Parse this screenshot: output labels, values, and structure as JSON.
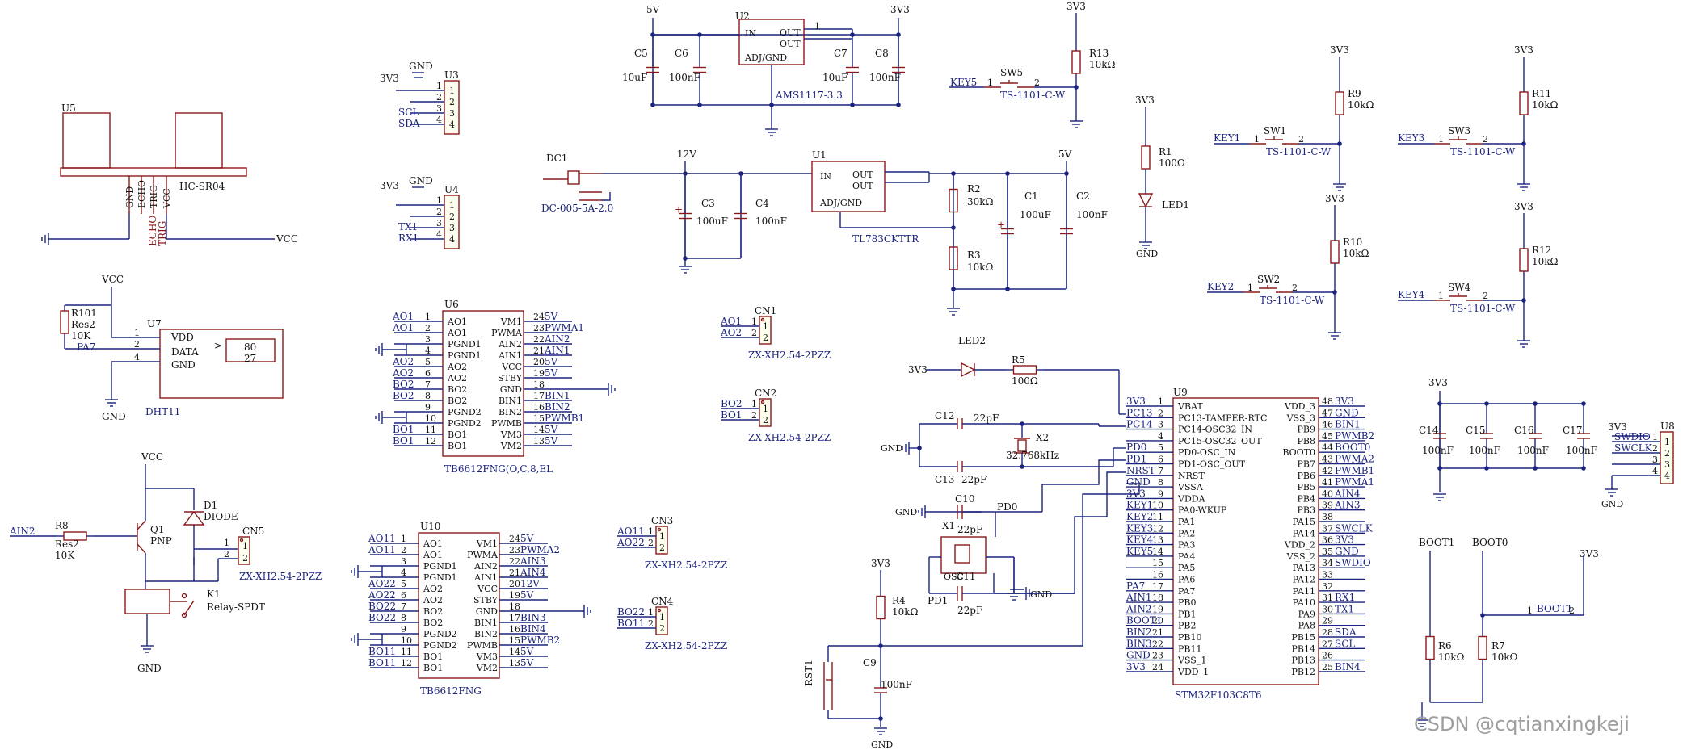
{
  "watermark": "CSDN @cqtianxingkeji",
  "power": {
    "v5": "5V",
    "v33": "3V3",
    "v12": "12V",
    "vcc": "VCC",
    "gnd": "GND"
  },
  "ams1117": {
    "ref": "U2",
    "part": "AMS1117-3.3",
    "pin_in": "IN",
    "pin_out": "OUT",
    "pin_adj": "ADJ/GND",
    "caps": [
      {
        "ref": "C5",
        "value": "10uF"
      },
      {
        "ref": "C6",
        "value": "100nF"
      },
      {
        "ref": "C7",
        "value": "10uF"
      },
      {
        "ref": "C8",
        "value": "100nF"
      }
    ]
  },
  "tl783": {
    "ref": "U1",
    "part": "TL783CKTTR",
    "caps": [
      {
        "ref": "C3",
        "value": "100uF"
      },
      {
        "ref": "C4",
        "value": "100nF"
      },
      {
        "ref": "C1",
        "value": "100uF"
      },
      {
        "ref": "C2",
        "value": "100nF"
      }
    ],
    "res": [
      {
        "ref": "R2",
        "value": "30kΩ"
      },
      {
        "ref": "R3",
        "value": "10kΩ"
      }
    ]
  },
  "dc": {
    "ref": "DC1",
    "part": "DC-005-5A-2.0"
  },
  "sr04": {
    "ref": "U5",
    "part": "HC-SR04",
    "pins": [
      "GND",
      "ECHO",
      "TRIG",
      "VCC"
    ],
    "nets": [
      "ECHO",
      "TRIG"
    ]
  },
  "u3": {
    "ref": "U3",
    "nets": [
      "GND",
      "3V3",
      "SCL",
      "SDA"
    ]
  },
  "u4": {
    "ref": "U4",
    "nets": [
      "GND",
      "3V3",
      "TX1",
      "RX1"
    ]
  },
  "dht": {
    "ref": "U7",
    "part": "DHT11",
    "pins": [
      "VDD",
      "DATA",
      "GND"
    ],
    "r_ref": "R101",
    "r_part": "Res2",
    "r_value": "10K",
    "net": "PA7",
    "disp_top": "80",
    "disp_bot": "27",
    "arrow": ">"
  },
  "relay": {
    "ain": "AIN2",
    "r_ref": "R8",
    "r_part": "Res2",
    "r_value": "10K",
    "q_ref": "Q1",
    "q_part": "PNP",
    "d_ref": "D1",
    "d_part": "DIODE",
    "k_ref": "K1",
    "k_part": "Relay-SPDT",
    "cn_ref": "CN5",
    "cn_part": "ZX-XH2.54-2PZZ"
  },
  "tb6612_a": {
    "ref": "U6",
    "part": "TB6612FNG(O,C,8,EL",
    "left": [
      {
        "net": "AO1",
        "n": "1",
        "pin": "AO1"
      },
      {
        "net": "AO1",
        "n": "2",
        "pin": "AO1"
      },
      {
        "net": "",
        "n": "3",
        "pin": "PGND1"
      },
      {
        "net": "",
        "n": "4",
        "pin": "PGND1"
      },
      {
        "net": "AO2",
        "n": "5",
        "pin": "AO2"
      },
      {
        "net": "AO2",
        "n": "6",
        "pin": "AO2"
      },
      {
        "net": "BO2",
        "n": "7",
        "pin": "BO2"
      },
      {
        "net": "BO2",
        "n": "8",
        "pin": "BO2"
      },
      {
        "net": "",
        "n": "9",
        "pin": "PGND2"
      },
      {
        "net": "",
        "n": "10",
        "pin": "PGND2"
      },
      {
        "net": "BO1",
        "n": "11",
        "pin": "BO1"
      },
      {
        "net": "BO1",
        "n": "12",
        "pin": "BO1"
      }
    ],
    "right": [
      {
        "pin": "VM1",
        "n": "24",
        "net": "5V"
      },
      {
        "pin": "PWMA",
        "n": "23",
        "net": "PWMA1"
      },
      {
        "pin": "AIN2",
        "n": "22",
        "net": "AIN2"
      },
      {
        "pin": "AIN1",
        "n": "21",
        "net": "AIN1"
      },
      {
        "pin": "VCC",
        "n": "20",
        "net": "5V"
      },
      {
        "pin": "STBY",
        "n": "19",
        "net": "5V"
      },
      {
        "pin": "GND",
        "n": "18",
        "net": ""
      },
      {
        "pin": "BIN1",
        "n": "17",
        "net": "BIN1"
      },
      {
        "pin": "BIN2",
        "n": "16",
        "net": "BIN2"
      },
      {
        "pin": "PWMB",
        "n": "15",
        "net": "PWMB1"
      },
      {
        "pin": "VM3",
        "n": "14",
        "net": "5V"
      },
      {
        "pin": "VM2",
        "n": "13",
        "net": "5V"
      }
    ]
  },
  "tb6612_b": {
    "ref": "U10",
    "part": "TB6612FNG",
    "left": [
      {
        "net": "AO11",
        "n": "1",
        "pin": "AO1"
      },
      {
        "net": "AO11",
        "n": "2",
        "pin": "AO1"
      },
      {
        "net": "",
        "n": "3",
        "pin": "PGND1"
      },
      {
        "net": "",
        "n": "4",
        "pin": "PGND1"
      },
      {
        "net": "AO22",
        "n": "5",
        "pin": "AO2"
      },
      {
        "net": "AO22",
        "n": "6",
        "pin": "AO2"
      },
      {
        "net": "BO22",
        "n": "7",
        "pin": "BO2"
      },
      {
        "net": "BO22",
        "n": "8",
        "pin": "BO2"
      },
      {
        "net": "",
        "n": "9",
        "pin": "PGND2"
      },
      {
        "net": "",
        "n": "10",
        "pin": "PGND2"
      },
      {
        "net": "BO11",
        "n": "11",
        "pin": "BO1"
      },
      {
        "net": "BO11",
        "n": "12",
        "pin": "BO1"
      }
    ],
    "right": [
      {
        "pin": "VM1",
        "n": "24",
        "net": "5V"
      },
      {
        "pin": "PWMA",
        "n": "23",
        "net": "PWMA2"
      },
      {
        "pin": "AIN2",
        "n": "22",
        "net": "AIN3"
      },
      {
        "pin": "AIN1",
        "n": "21",
        "net": "AIN4"
      },
      {
        "pin": "VCC",
        "n": "20",
        "net": "12V"
      },
      {
        "pin": "STBY",
        "n": "19",
        "net": "5V"
      },
      {
        "pin": "GND",
        "n": "18",
        "net": ""
      },
      {
        "pin": "BIN1",
        "n": "17",
        "net": "BIN3"
      },
      {
        "pin": "BIN2",
        "n": "16",
        "net": "BIN4"
      },
      {
        "pin": "PWMB",
        "n": "15",
        "net": "PWMB2"
      },
      {
        "pin": "VM3",
        "n": "14",
        "net": "5V"
      },
      {
        "pin": "VM2",
        "n": "13",
        "net": "5V"
      }
    ]
  },
  "connectors": [
    {
      "ref": "CN1",
      "part": "ZX-XH2.54-2PZZ",
      "nets": [
        "AO1",
        "AO2"
      ]
    },
    {
      "ref": "CN2",
      "part": "ZX-XH2.54-2PZZ",
      "nets": [
        "BO2",
        "BO1"
      ]
    },
    {
      "ref": "CN3",
      "part": "ZX-XH2.54-2PZZ",
      "nets": [
        "AO11",
        "AO22"
      ]
    },
    {
      "ref": "CN4",
      "part": "ZX-XH2.54-2PZZ",
      "nets": [
        "BO22",
        "BO11"
      ]
    }
  ],
  "led1": {
    "r_ref": "R1",
    "r_value": "100Ω",
    "ref": "LED1"
  },
  "r13": {
    "ref": "R13",
    "value": "10kΩ",
    "sw": "SW5",
    "sw_part": "TS-1101-C-W",
    "net": "KEY5"
  },
  "keys": [
    {
      "net": "KEY1",
      "sw": "SW1",
      "part": "TS-1101-C-W",
      "r": "R9",
      "rv": "10kΩ"
    },
    {
      "net": "KEY2",
      "sw": "SW2",
      "part": "TS-1101-C-W",
      "r": "R10",
      "rv": "10kΩ"
    },
    {
      "net": "KEY3",
      "sw": "SW3",
      "part": "TS-1101-C-W",
      "r": "R11",
      "rv": "10kΩ"
    },
    {
      "net": "KEY4",
      "sw": "SW4",
      "part": "TS-1101-C-W",
      "r": "R12",
      "rv": "10kΩ"
    }
  ],
  "led2": {
    "ref": "LED2",
    "r_ref": "R5",
    "r_value": "100Ω"
  },
  "xtal": {
    "x2_ref": "X2",
    "x2_value": "32.768kHz",
    "c12": "C12",
    "c13": "C13",
    "cv": "22pF",
    "x1_ref": "X1",
    "c10": "C10",
    "c11": "C11",
    "c10v": "22pF",
    "c11v": "22pF",
    "pd0": "PD0",
    "pd1": "PD1",
    "osc_label": "OSC"
  },
  "reset": {
    "r_ref": "R4",
    "r_value": "10kΩ",
    "c_ref": "C9",
    "c_value": "100nF",
    "sw_ref": "RST1"
  },
  "mcu": {
    "ref": "U9",
    "part": "STM32F103C8T6",
    "left": [
      {
        "net": "3V3",
        "n": "1",
        "pin": "VBAT"
      },
      {
        "net": "PC13",
        "n": "2",
        "pin": "PC13-TAMPER-RTC"
      },
      {
        "net": "PC14",
        "n": "3",
        "pin": "PC14-OSC32_IN"
      },
      {
        "net": "",
        "n": "4",
        "pin": "PC15-OSC32_OUT"
      },
      {
        "net": "PD0",
        "n": "5",
        "pin": "PD0-OSC_IN"
      },
      {
        "net": "PD1",
        "n": "6",
        "pin": "PD1-OSC_OUT"
      },
      {
        "net": "NRST",
        "n": "7",
        "pin": "NRST"
      },
      {
        "net": "GND",
        "n": "8",
        "pin": "VSSA"
      },
      {
        "net": "3V3",
        "n": "9",
        "pin": "VDDA"
      },
      {
        "net": "KEY1",
        "n": "10",
        "pin": "PA0-WKUP"
      },
      {
        "net": "KEY2",
        "n": "11",
        "pin": "PA1"
      },
      {
        "net": "KEY3",
        "n": "12",
        "pin": "PA2"
      },
      {
        "net": "KEY4",
        "n": "13",
        "pin": "PA3"
      },
      {
        "net": "KEY5",
        "n": "14",
        "pin": "PA4"
      },
      {
        "net": "",
        "n": "15",
        "pin": "PA5"
      },
      {
        "net": "",
        "n": "16",
        "pin": "PA6"
      },
      {
        "net": "PA7",
        "n": "17",
        "pin": "PA7"
      },
      {
        "net": "AIN1",
        "n": "18",
        "pin": "PB0"
      },
      {
        "net": "AIN2",
        "n": "19",
        "pin": "PB1"
      },
      {
        "net": "BOOT1",
        "n": "20",
        "pin": "PB2"
      },
      {
        "net": "BIN2",
        "n": "21",
        "pin": "PB10"
      },
      {
        "net": "BIN3",
        "n": "22",
        "pin": "PB11"
      },
      {
        "net": "GND",
        "n": "23",
        "pin": "VSS_1"
      },
      {
        "net": "3V3",
        "n": "24",
        "pin": "VDD_1"
      }
    ],
    "right": [
      {
        "pin": "VDD_3",
        "n": "48",
        "net": "3V3"
      },
      {
        "pin": "VSS_3",
        "n": "47",
        "net": "GND"
      },
      {
        "pin": "PB9",
        "n": "46",
        "net": "BIN1"
      },
      {
        "pin": "PB8",
        "n": "45",
        "net": "PWMB2"
      },
      {
        "pin": "BOOT0",
        "n": "44",
        "net": "BOOT0"
      },
      {
        "pin": "PB7",
        "n": "43",
        "net": "PWMA2"
      },
      {
        "pin": "PB6",
        "n": "42",
        "net": "PWMB1"
      },
      {
        "pin": "PB5",
        "n": "41",
        "net": "PWMA1"
      },
      {
        "pin": "PB4",
        "n": "40",
        "net": "AIN4"
      },
      {
        "pin": "PB3",
        "n": "39",
        "net": "AIN3"
      },
      {
        "pin": "PA15",
        "n": "38",
        "net": ""
      },
      {
        "pin": "PA14",
        "n": "37",
        "net": "SWCLK"
      },
      {
        "pin": "VDD_2",
        "n": "36",
        "net": "3V3"
      },
      {
        "pin": "VSS_2",
        "n": "35",
        "net": "GND"
      },
      {
        "pin": "PA13",
        "n": "34",
        "net": "SWDIO"
      },
      {
        "pin": "PA12",
        "n": "33",
        "net": ""
      },
      {
        "pin": "PA11",
        "n": "32",
        "net": ""
      },
      {
        "pin": "PA10",
        "n": "31",
        "net": "RX1"
      },
      {
        "pin": "PA9",
        "n": "30",
        "net": "TX1"
      },
      {
        "pin": "PA8",
        "n": "29",
        "net": ""
      },
      {
        "pin": "PB15",
        "n": "28",
        "net": "SDA"
      },
      {
        "pin": "PB14",
        "n": "27",
        "net": "SCL"
      },
      {
        "pin": "PB13",
        "n": "26",
        "net": ""
      },
      {
        "pin": "PB12",
        "n": "25",
        "net": "BIN4"
      }
    ]
  },
  "decoup": [
    {
      "ref": "C14",
      "value": "100nF"
    },
    {
      "ref": "C15",
      "value": "100nF"
    },
    {
      "ref": "C16",
      "value": "100nF"
    },
    {
      "ref": "C17",
      "value": "100nF"
    }
  ],
  "swd": {
    "ref": "U8",
    "nets": [
      "SWDIO",
      "SWCLK",
      "",
      ""
    ]
  },
  "boot": {
    "net1": "BOOT1",
    "net0": "BOOT0",
    "r6": "R6",
    "r6v": "10kΩ",
    "r7": "R7",
    "r7v": "10kΩ",
    "hdr_net": "BOOT1"
  }
}
